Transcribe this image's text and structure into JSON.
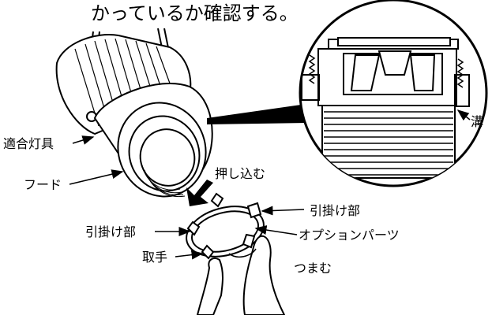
{
  "caption": "かっているか確認する。",
  "labels": {
    "fixture": "適合灯具",
    "hood": "フード",
    "push_in": "押し込む",
    "hook_right": "引掛け部",
    "hook_left": "引掛け部",
    "option_parts": "オプションパーツ",
    "handle": "取手",
    "pinch": "つまむ",
    "groove": "溝"
  }
}
